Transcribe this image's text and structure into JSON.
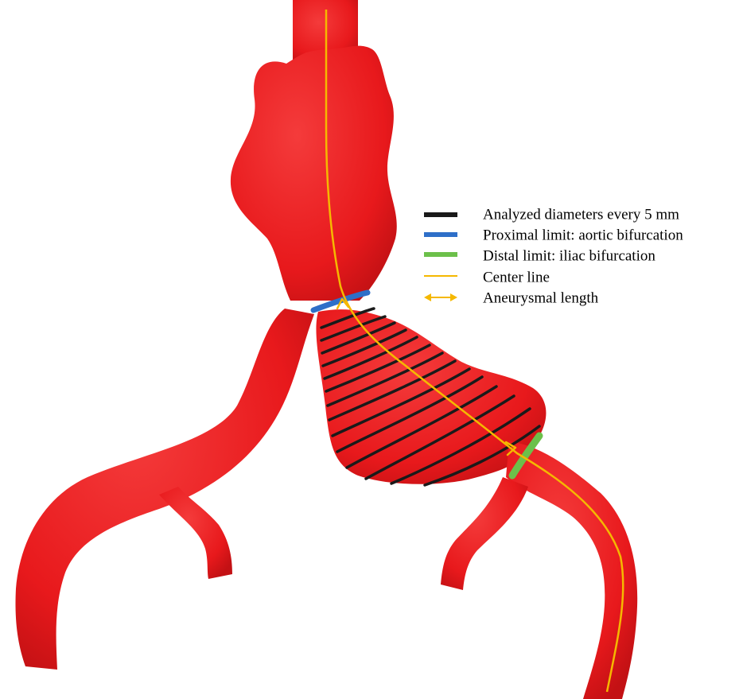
{
  "legend": {
    "items": [
      {
        "key": "diameters",
        "label": "Analyzed diameters every 5 mm",
        "color": "#1a1a1a",
        "symbol": "thick-line"
      },
      {
        "key": "proximal",
        "label": "Proximal limit: aortic bifurcation",
        "color": "#2e6fc8",
        "symbol": "thick-line"
      },
      {
        "key": "distal",
        "label": "Distal limit: iliac bifurcation",
        "color": "#6cc04a",
        "symbol": "thick-line"
      },
      {
        "key": "centerline",
        "label": "Center line",
        "color": "#f5b800",
        "symbol": "thin-line"
      },
      {
        "key": "length",
        "label": "Aneurysmal length",
        "color": "#f5b800",
        "symbol": "double-arrow"
      }
    ]
  },
  "colors": {
    "vessel": "#e8191c",
    "vessel_shade": "#c31114",
    "diameter_lines": "#1a1a1a",
    "proximal_limit": "#2e6fc8",
    "distal_limit": "#6cc04a",
    "center_line": "#f5b800"
  }
}
